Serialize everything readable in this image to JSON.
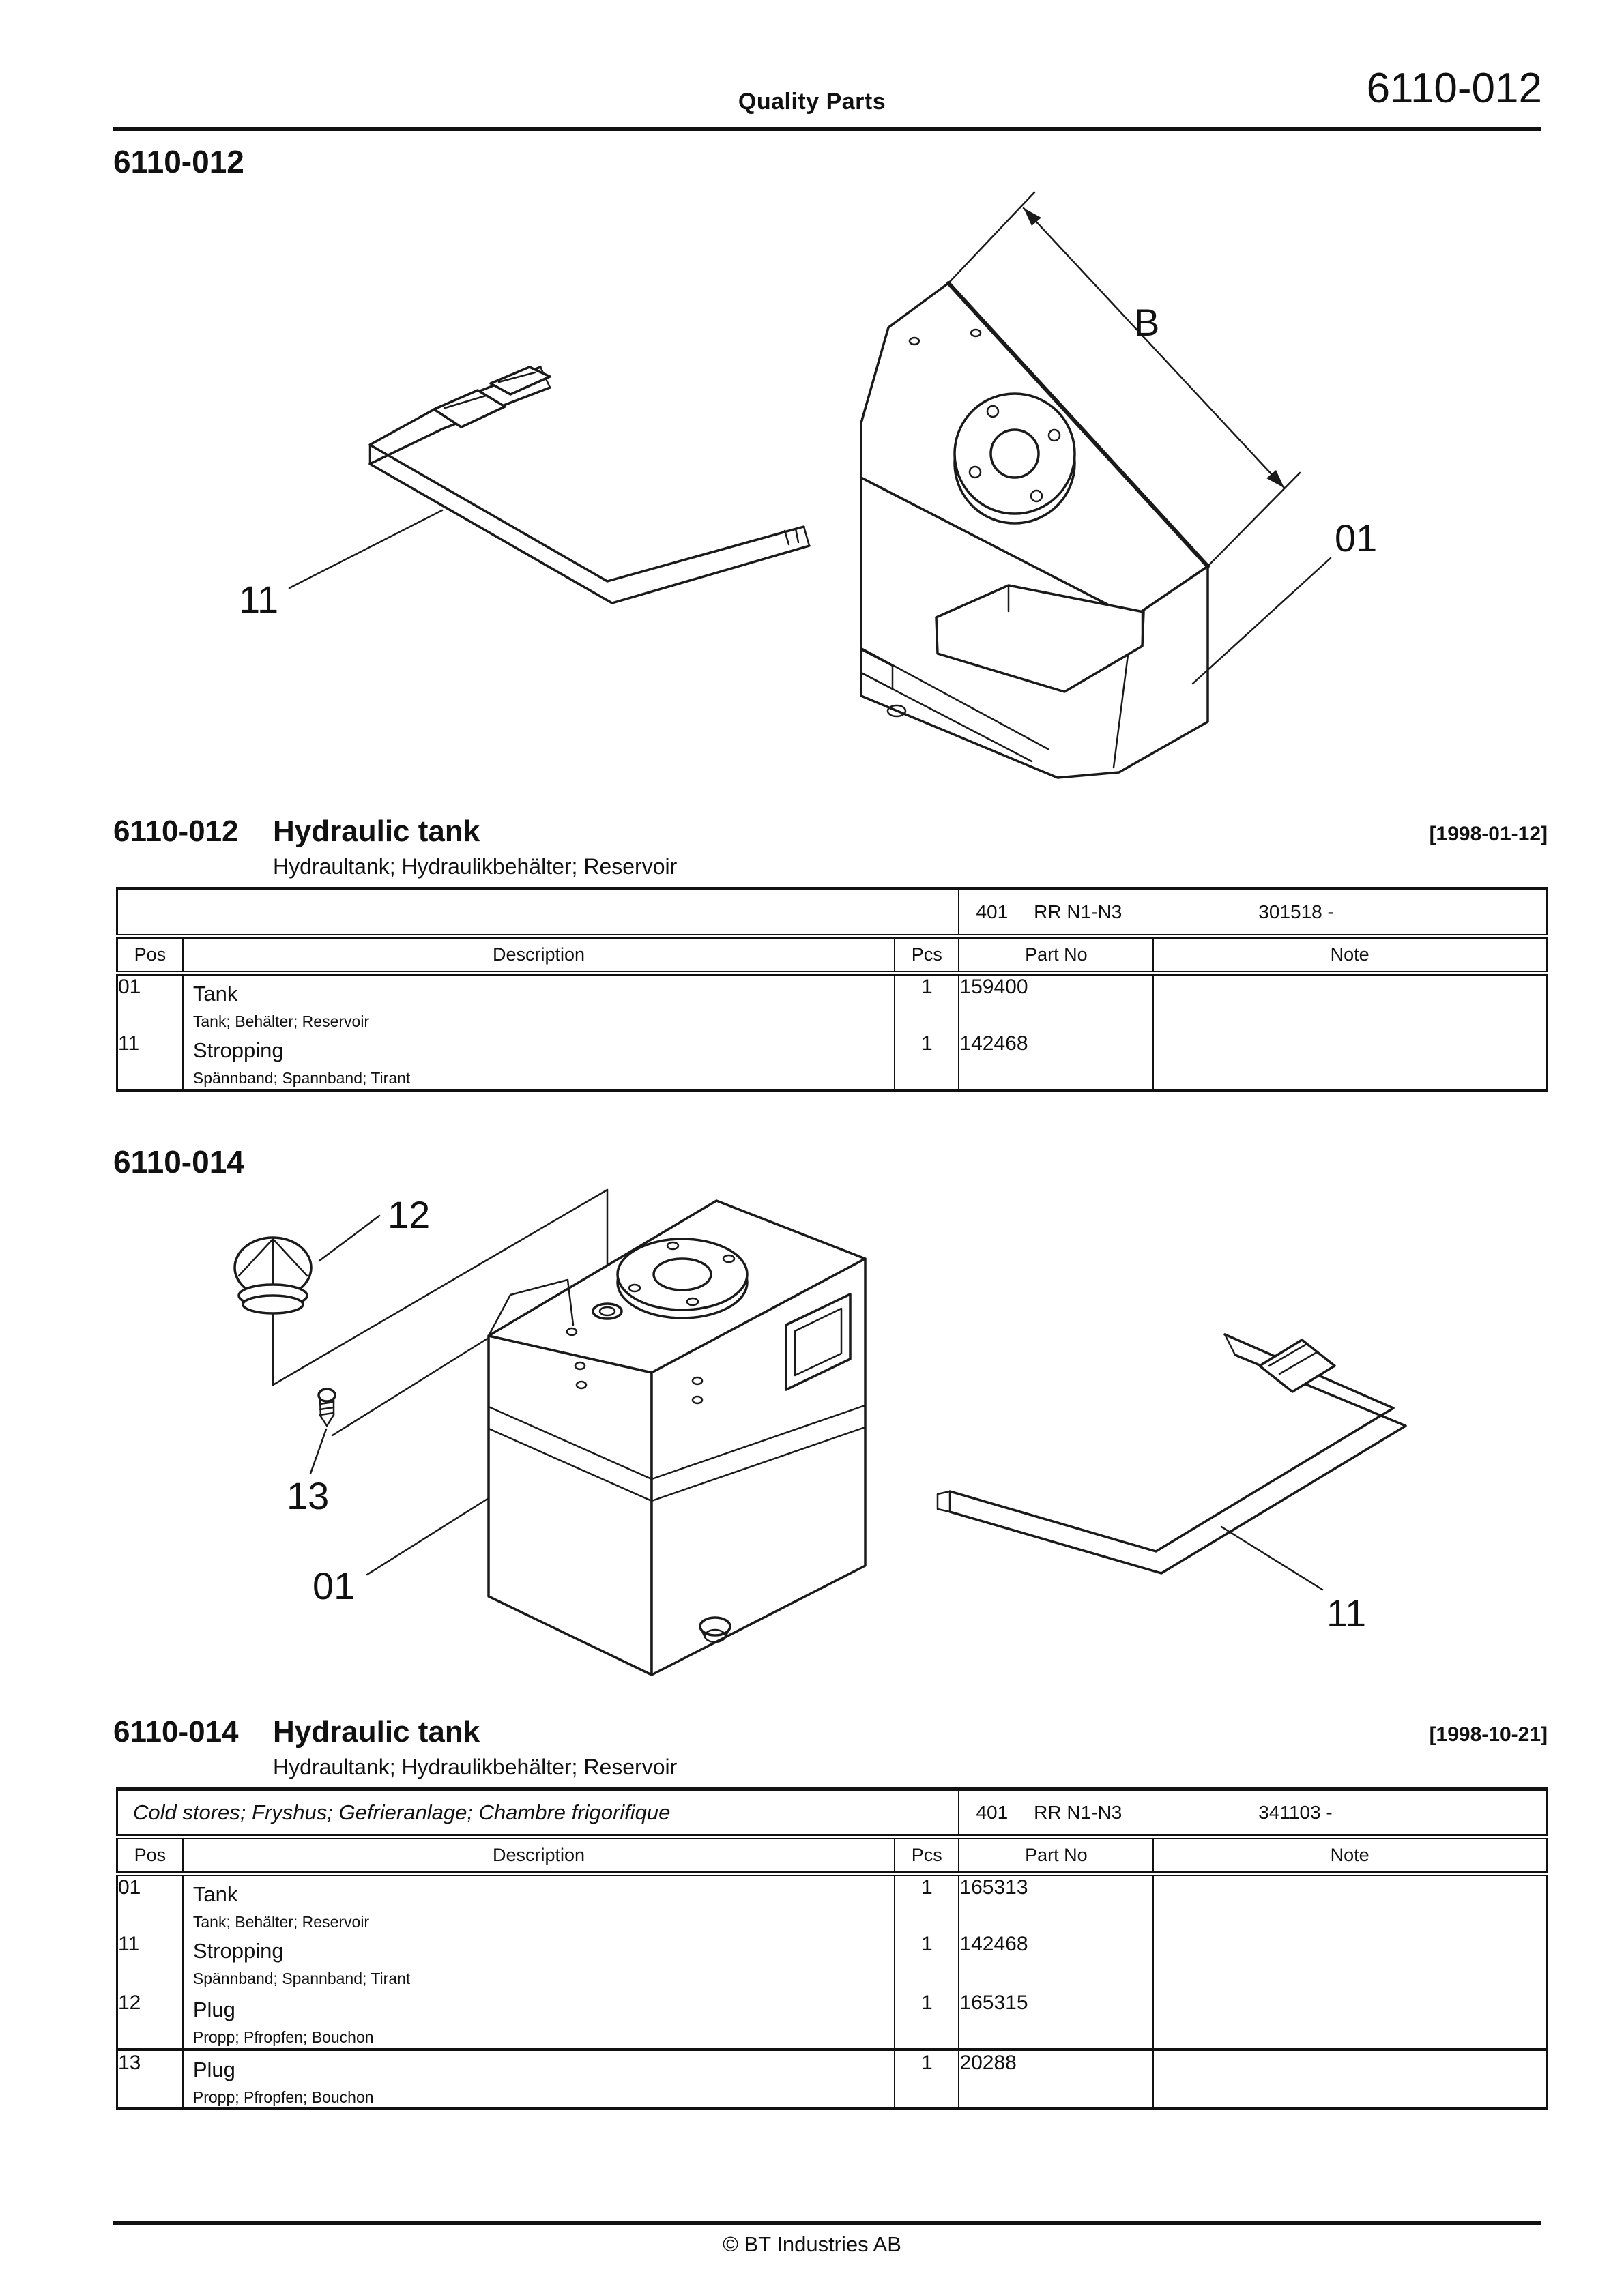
{
  "header": {
    "center_title": "Quality Parts",
    "page_code": "6110-012"
  },
  "footer": {
    "copyright": "© BT Industries AB"
  },
  "table_headers": {
    "pos": "Pos",
    "description": "Description",
    "pcs": "Pcs",
    "part_no": "Part No",
    "note": "Note"
  },
  "sections": [
    {
      "heading": "6110-012",
      "title": {
        "code": "6110-012",
        "name": "Hydraulic tank",
        "date": "[1998-01-12]"
      },
      "subtitle": "Hydraultank; Hydraulikbehälter; Reservoir",
      "diagram": {
        "labels": {
          "dim": "B",
          "tank": "01",
          "strap": "11"
        }
      },
      "table": {
        "variant": {
          "filter": "",
          "code": "401",
          "model": "RR N1-N3",
          "serial": "301518 -"
        },
        "rows": [
          {
            "pos": "01",
            "desc": "Tank",
            "sub": "Tank; Behälter; Reservoir",
            "pcs": "1",
            "part": "159400",
            "note": ""
          },
          {
            "pos": "11",
            "desc": "Stropping",
            "sub": "Spännband; Spannband; Tirant",
            "pcs": "1",
            "part": "142468",
            "note": ""
          }
        ]
      }
    },
    {
      "heading": "6110-014",
      "title": {
        "code": "6110-014",
        "name": "Hydraulic tank",
        "date": "[1998-10-21]"
      },
      "subtitle": "Hydraultank; Hydraulikbehälter; Reservoir",
      "diagram": {
        "labels": {
          "plug_top": "12",
          "plug_small": "13",
          "tank": "01",
          "strap": "11"
        }
      },
      "table": {
        "variant": {
          "filter": "Cold stores; Fryshus; Gefrieranlage; Chambre frigorifique",
          "code": "401",
          "model": "RR N1-N3",
          "serial": "341103 -"
        },
        "rows": [
          {
            "pos": "01",
            "desc": "Tank",
            "sub": "Tank; Behälter; Reservoir",
            "pcs": "1",
            "part": "165313",
            "note": ""
          },
          {
            "pos": "11",
            "desc": "Stropping",
            "sub": "Spännband; Spannband; Tirant",
            "pcs": "1",
            "part": "142468",
            "note": ""
          },
          {
            "pos": "12",
            "desc": "Plug",
            "sub": "Propp; Pfropfen; Bouchon",
            "pcs": "1",
            "part": "165315",
            "note": ""
          },
          {
            "pos": "13",
            "desc": "Plug",
            "sub": "Propp; Pfropfen; Bouchon",
            "pcs": "1",
            "part": "20288",
            "note": ""
          }
        ]
      }
    }
  ]
}
